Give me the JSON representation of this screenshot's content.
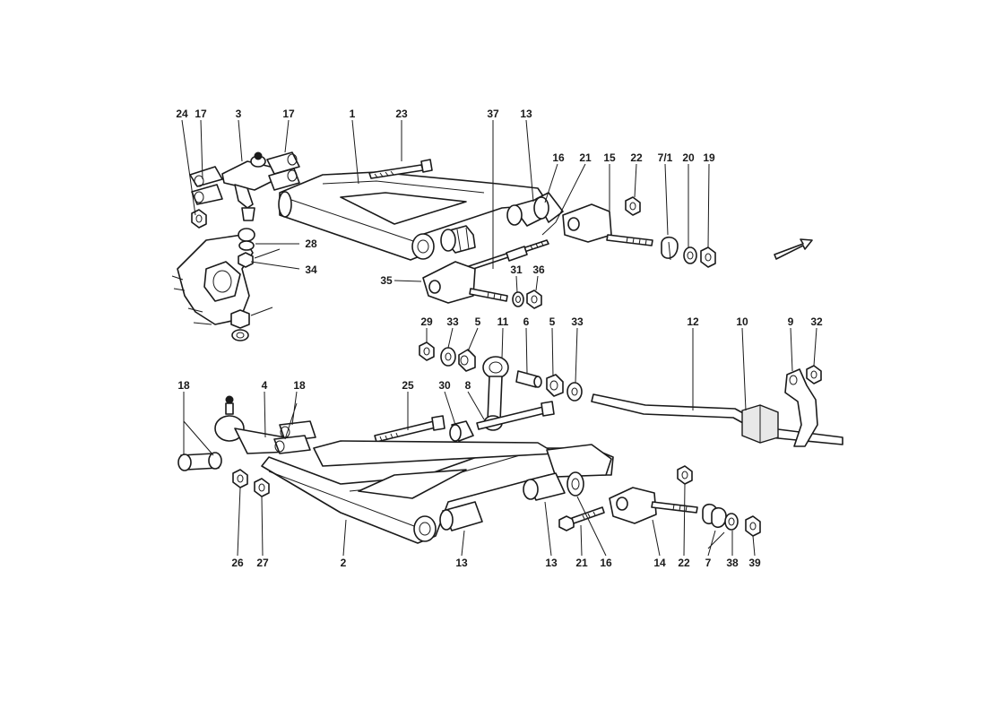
{
  "diagram": {
    "labels": {
      "l24": "24",
      "l17a": "17",
      "l3": "3",
      "l17b": "17",
      "l1": "1",
      "l23": "23",
      "l37": "37",
      "l13a": "13",
      "l16a": "16",
      "l21a": "21",
      "l15": "15",
      "l22a": "22",
      "l71": "7/1",
      "l20": "20",
      "l19": "19",
      "l28": "28",
      "l34": "34",
      "l35": "35",
      "l31": "31",
      "l36": "36",
      "l29": "29",
      "l33a": "33",
      "l5a": "5",
      "l11": "11",
      "l6": "6",
      "l5b": "5",
      "l33b": "33",
      "l12": "12",
      "l10": "10",
      "l9": "9",
      "l32": "32",
      "l18a": "18",
      "l4": "4",
      "l18b": "18",
      "l25": "25",
      "l30": "30",
      "l8": "8",
      "l26": "26",
      "l27": "27",
      "l2": "2",
      "l13b": "13",
      "l13c": "13",
      "l21b": "21",
      "l16b": "16",
      "l14": "14",
      "l22b": "22",
      "l7": "7",
      "l38": "38",
      "l39": "39"
    }
  }
}
